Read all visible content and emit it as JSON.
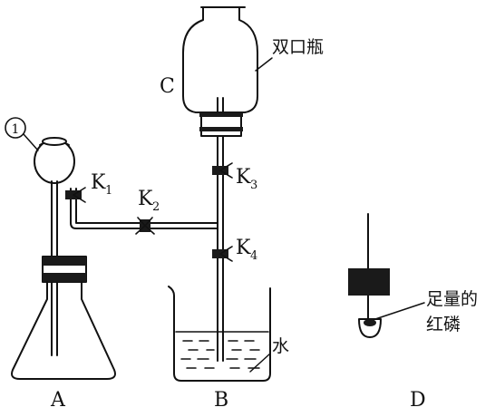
{
  "labels": {
    "apparatus_a": "A",
    "apparatus_b": "B",
    "apparatus_c": "C",
    "apparatus_d": "D",
    "funnel_marker": "1",
    "clamp_k1": "K",
    "clamp_k1_sub": "1",
    "clamp_k2": "K",
    "clamp_k2_sub": "2",
    "clamp_k3": "K",
    "clamp_k3_sub": "3",
    "clamp_k4": "K",
    "clamp_k4_sub": "4",
    "double_neck_bottle": "双口瓶",
    "water": "水",
    "red_phosphorus_line1": "足量的",
    "red_phosphorus_line2": "红磷"
  },
  "colors": {
    "ink": "#111111",
    "stopper": "#1a1a1a",
    "paper": "#ffffff"
  }
}
